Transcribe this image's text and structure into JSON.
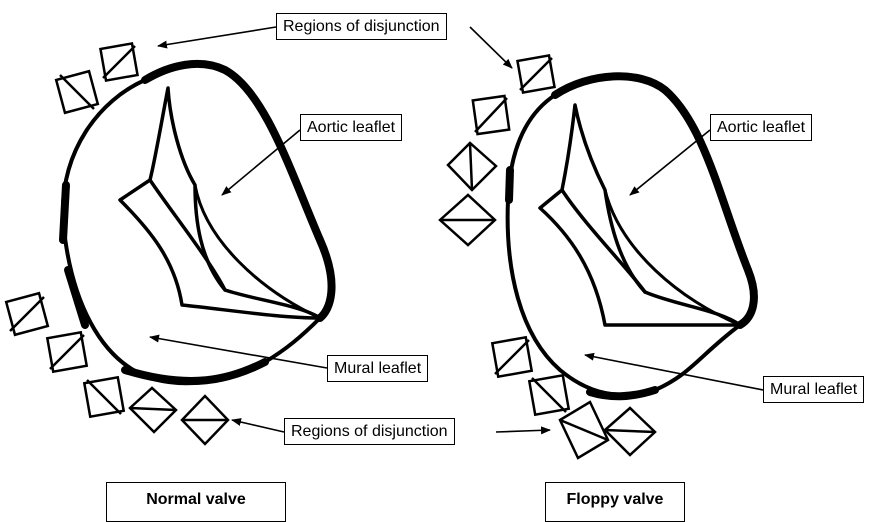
{
  "labels": {
    "regions_of_disjunction": "Regions of disjunction",
    "aortic_leaflet": "Aortic leaflet",
    "mural_leaflet": "Mural leaflet"
  },
  "captions": {
    "normal": "Normal valve",
    "floppy": "Floppy valve"
  },
  "colors": {
    "ink": "#000000",
    "background": "#ffffff"
  }
}
